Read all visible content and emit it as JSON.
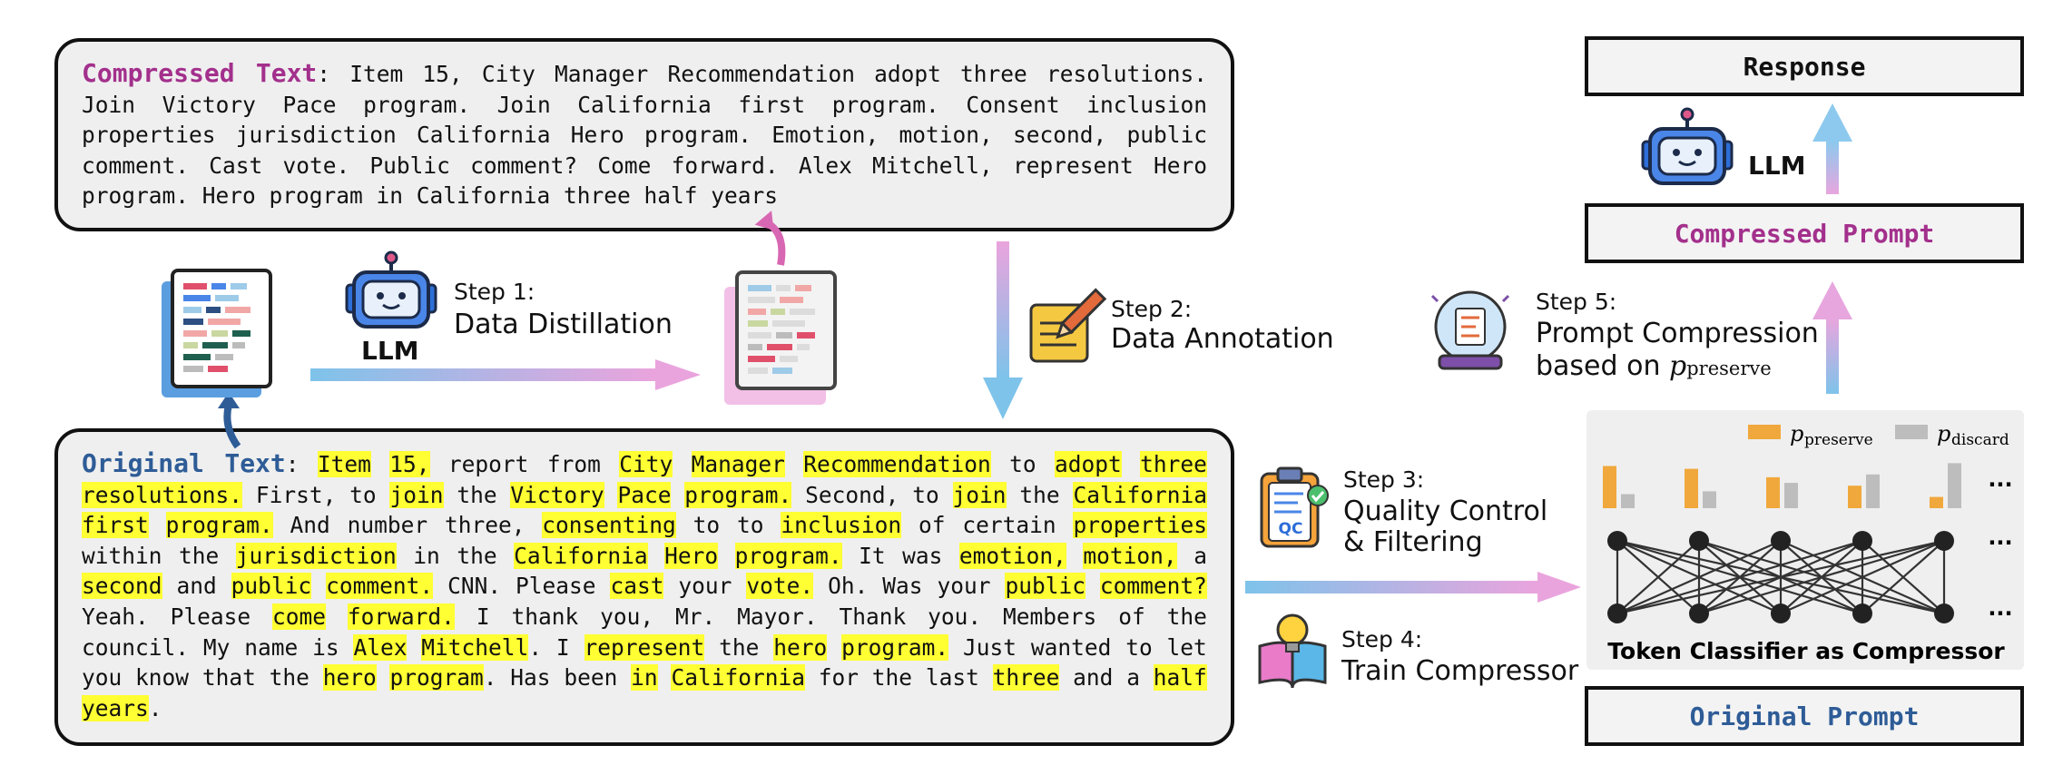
{
  "compressed_text": {
    "label": "Compressed Text",
    "body": ": Item 15, City Manager Recommendation adopt three resolutions. Join Victory Pace program. Join California first program. Consent inclusion properties jurisdiction California Hero program. Emotion, motion, second, public comment. Cast vote. Public comment? Come forward. Alex Mitchell, represent Hero program. Hero program in California three half years"
  },
  "original_text": {
    "label": "Original Text",
    "separator": ": ",
    "tokens": [
      {
        "t": "Item",
        "h": 1
      },
      {
        "t": "15,",
        "h": 1
      },
      {
        "t": "report",
        "h": 0
      },
      {
        "t": "from",
        "h": 0
      },
      {
        "t": "City",
        "h": 1
      },
      {
        "t": "Manager",
        "h": 1
      },
      {
        "t": "Recommendation",
        "h": 1
      },
      {
        "t": "to",
        "h": 0
      },
      {
        "t": "adopt",
        "h": 1
      },
      {
        "t": "three",
        "h": 1
      },
      {
        "t": "resolutions.",
        "h": 1
      },
      {
        "t": "First,",
        "h": 0
      },
      {
        "t": "to",
        "h": 0
      },
      {
        "t": "join",
        "h": 1
      },
      {
        "t": "the",
        "h": 0
      },
      {
        "t": "Victory",
        "h": 1
      },
      {
        "t": "Pace",
        "h": 1
      },
      {
        "t": "program.",
        "h": 1
      },
      {
        "t": "Second,",
        "h": 0
      },
      {
        "t": "to",
        "h": 0
      },
      {
        "t": "join",
        "h": 1
      },
      {
        "t": "the",
        "h": 0
      },
      {
        "t": "California",
        "h": 1
      },
      {
        "t": "first",
        "h": 1
      },
      {
        "t": "program.",
        "h": 1
      },
      {
        "t": "And",
        "h": 0
      },
      {
        "t": "number",
        "h": 0
      },
      {
        "t": "three,",
        "h": 0
      },
      {
        "t": "consenting",
        "h": 1
      },
      {
        "t": "to",
        "h": 0
      },
      {
        "t": "to",
        "h": 0
      },
      {
        "t": "inclusion",
        "h": 1
      },
      {
        "t": "of",
        "h": 0
      },
      {
        "t": "certain",
        "h": 0
      },
      {
        "t": "properties",
        "h": 1
      },
      {
        "t": "within",
        "h": 0
      },
      {
        "t": "the",
        "h": 0
      },
      {
        "t": "jurisdiction",
        "h": 1
      },
      {
        "t": "in",
        "h": 0
      },
      {
        "t": "the",
        "h": 0
      },
      {
        "t": "California",
        "h": 1
      },
      {
        "t": "Hero",
        "h": 1
      },
      {
        "t": "program.",
        "h": 1
      },
      {
        "t": "It",
        "h": 0
      },
      {
        "t": "was",
        "h": 0
      },
      {
        "t": "emotion,",
        "h": 1
      },
      {
        "t": "motion,",
        "h": 1
      },
      {
        "t": "a",
        "h": 0
      },
      {
        "t": "second",
        "h": 1
      },
      {
        "t": "and",
        "h": 0
      },
      {
        "t": "public",
        "h": 1
      },
      {
        "t": "comment.",
        "h": 1
      },
      {
        "t": "CNN.",
        "h": 0
      },
      {
        "t": "Please",
        "h": 0
      },
      {
        "t": "cast",
        "h": 1
      },
      {
        "t": "your",
        "h": 0
      },
      {
        "t": "vote.",
        "h": 1
      },
      {
        "t": "Oh.",
        "h": 0
      },
      {
        "t": "Was",
        "h": 0
      },
      {
        "t": "your",
        "h": 0
      },
      {
        "t": "public",
        "h": 1
      },
      {
        "t": "comment?",
        "h": 1
      },
      {
        "t": "Yeah.",
        "h": 0
      },
      {
        "t": "Please",
        "h": 0
      },
      {
        "t": "come",
        "h": 1
      },
      {
        "t": "forward.",
        "h": 1
      },
      {
        "t": "I",
        "h": 0
      },
      {
        "t": "thank",
        "h": 0
      },
      {
        "t": "you,",
        "h": 0
      },
      {
        "t": "Mr.",
        "h": 0
      },
      {
        "t": "Mayor.",
        "h": 0
      },
      {
        "t": "Thank",
        "h": 0
      },
      {
        "t": "you.",
        "h": 0
      },
      {
        "t": "Members",
        "h": 0
      },
      {
        "t": "of",
        "h": 0
      },
      {
        "t": "the",
        "h": 0
      },
      {
        "t": "council.",
        "h": 0
      },
      {
        "t": "My",
        "h": 0
      },
      {
        "t": "name",
        "h": 0
      },
      {
        "t": "is",
        "h": 0
      },
      {
        "t": "Alex",
        "h": 1
      },
      {
        "t": "Mitchell",
        "h": 1
      },
      {
        "t": ".",
        "h": 0,
        "nospace": 1
      },
      {
        "t": "I",
        "h": 0
      },
      {
        "t": "represent",
        "h": 1
      },
      {
        "t": "the",
        "h": 0
      },
      {
        "t": "hero",
        "h": 1
      },
      {
        "t": "program.",
        "h": 1
      },
      {
        "t": "Just",
        "h": 0
      },
      {
        "t": "wanted",
        "h": 0
      },
      {
        "t": "to",
        "h": 0
      },
      {
        "t": "let",
        "h": 0
      },
      {
        "t": "you",
        "h": 0
      },
      {
        "t": "know",
        "h": 0
      },
      {
        "t": "that",
        "h": 0
      },
      {
        "t": "the",
        "h": 0
      },
      {
        "t": "hero",
        "h": 1
      },
      {
        "t": "program",
        "h": 1
      },
      {
        "t": ".",
        "h": 0,
        "nospace": 1
      },
      {
        "t": "Has",
        "h": 0
      },
      {
        "t": "been",
        "h": 0
      },
      {
        "t": "in",
        "h": 1
      },
      {
        "t": "California",
        "h": 1
      },
      {
        "t": "for",
        "h": 0
      },
      {
        "t": "the",
        "h": 0
      },
      {
        "t": "last",
        "h": 0
      },
      {
        "t": "three",
        "h": 1
      },
      {
        "t": "and",
        "h": 0
      },
      {
        "t": "a",
        "h": 0
      },
      {
        "t": "half",
        "h": 1
      },
      {
        "t": "years",
        "h": 1
      },
      {
        "t": ".",
        "h": 0,
        "nospace": 1
      }
    ]
  },
  "steps": {
    "step1": {
      "label": "Step 1:",
      "title": "Data Distillation",
      "llm": "LLM"
    },
    "step2": {
      "label": "Step 2:",
      "title": "Data Annotation"
    },
    "step3": {
      "label": "Step 3:",
      "title_line1": "Quality Control",
      "title_line2": "& Filtering",
      "icon_text": "QC"
    },
    "step4": {
      "label": "Step 4:",
      "title": "Train Compressor"
    },
    "step5": {
      "label": "Step 5:",
      "title_line1": "Prompt Compression",
      "title_line2_prefix": "based on ",
      "p_symbol": "p",
      "p_sub": "preserve"
    }
  },
  "right_panel": {
    "response": "Response",
    "llm": "LLM",
    "compressed_prompt": "Compressed Prompt",
    "original_prompt": "Original Prompt",
    "classifier_label": "Token Classifier as Compressor",
    "ellipsis": "...",
    "legend": [
      {
        "symbol": "p",
        "sub": "preserve",
        "color": "#f0a83c"
      },
      {
        "symbol": "p",
        "sub": "discard",
        "color": "#bdbdbd"
      }
    ],
    "bar_pairs": [
      {
        "preserve": 0.75,
        "discard": 0.25
      },
      {
        "preserve": 0.7,
        "discard": 0.3
      },
      {
        "preserve": 0.55,
        "discard": 0.45
      },
      {
        "preserve": 0.4,
        "discard": 0.6
      },
      {
        "preserve": 0.2,
        "discard": 0.8
      }
    ]
  },
  "colors": {
    "compressed": "#a3308c",
    "original": "#2e5c97",
    "highlight": "#ffff33",
    "arrow_blue": "#7ec3ea",
    "arrow_pink": "#e7a6de",
    "preserve": "#f0a83c",
    "discard": "#bdbdbd"
  }
}
